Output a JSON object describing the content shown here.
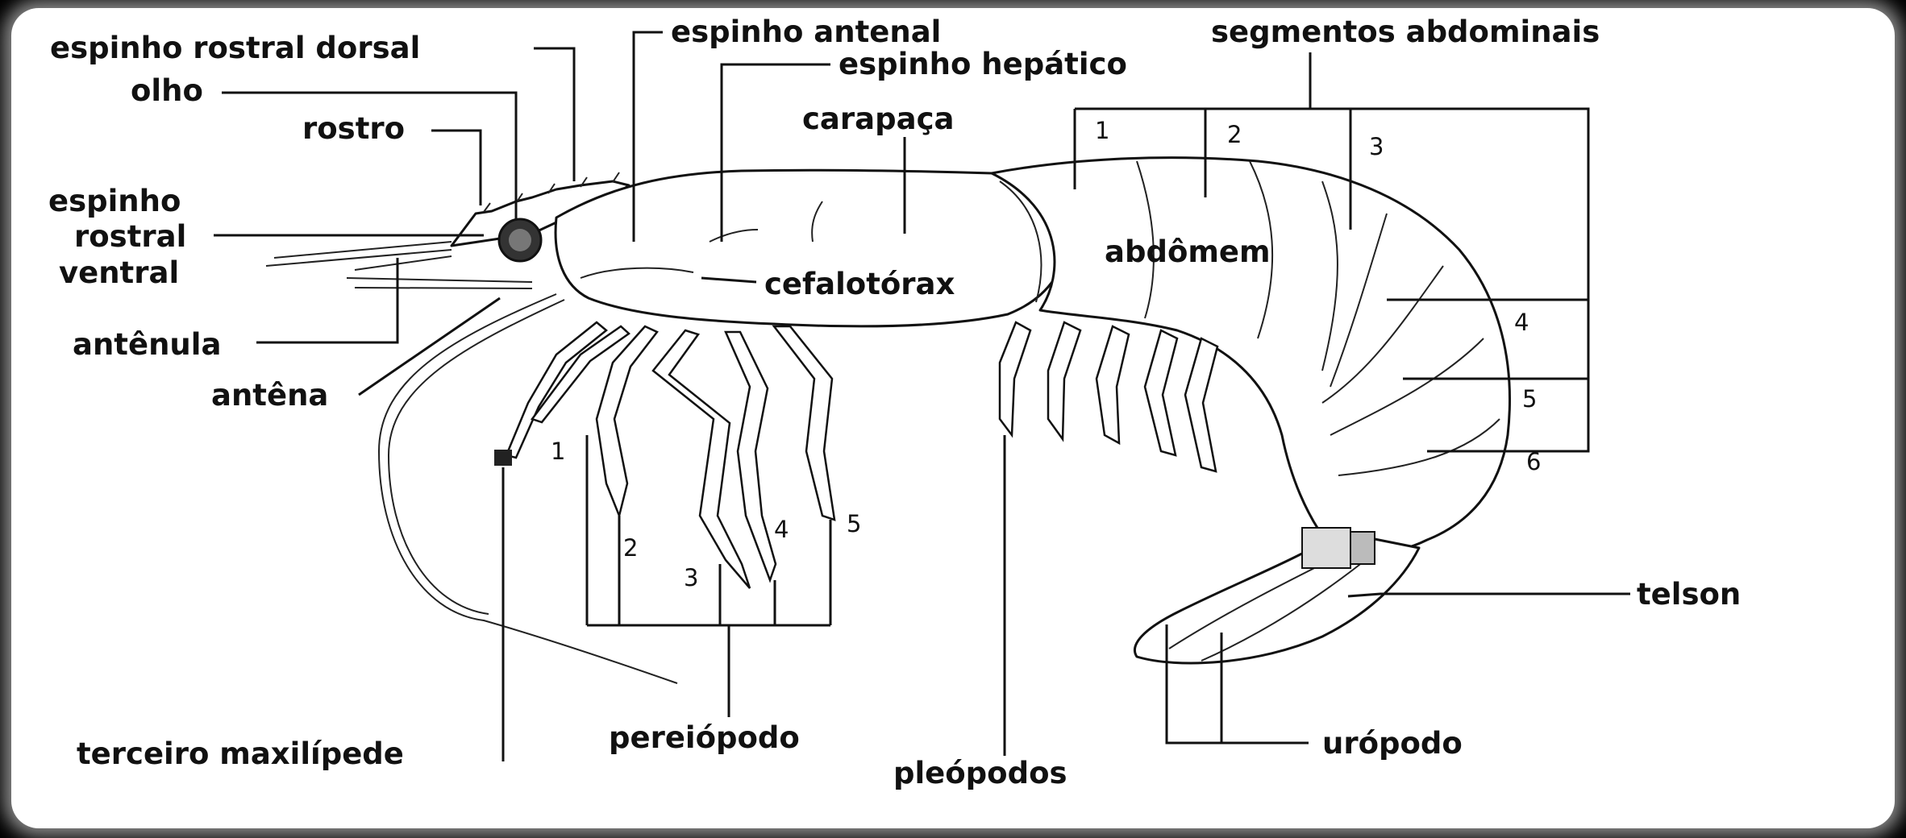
{
  "labels": {
    "espinho_rostral_dorsal": "espinho rostral dorsal",
    "olho": "olho",
    "rostro": "rostro",
    "espinho": "espinho",
    "rostral": "rostral",
    "ventral": "ventral",
    "antenula": "antênula",
    "antena": "antêna",
    "terceiro_maxilipede": "terceiro maxilípede",
    "espinho_antenal": "espinho antenal",
    "espinho_hepatico": "espinho hepático",
    "carapaca": "carapaça",
    "cefalotorax": "cefalotórax",
    "abdomem": "abdômem",
    "segmentos_abdominais": "segmentos abdominais",
    "telson": "telson",
    "uropodo": "urópodo",
    "pleopodos": "pleópodos",
    "pereiopodo": "pereiópodo"
  },
  "pereiopod_numbers": [
    "1",
    "2",
    "3",
    "4",
    "5"
  ],
  "segment_numbers": [
    "1",
    "2",
    "3",
    "4",
    "5",
    "6"
  ]
}
